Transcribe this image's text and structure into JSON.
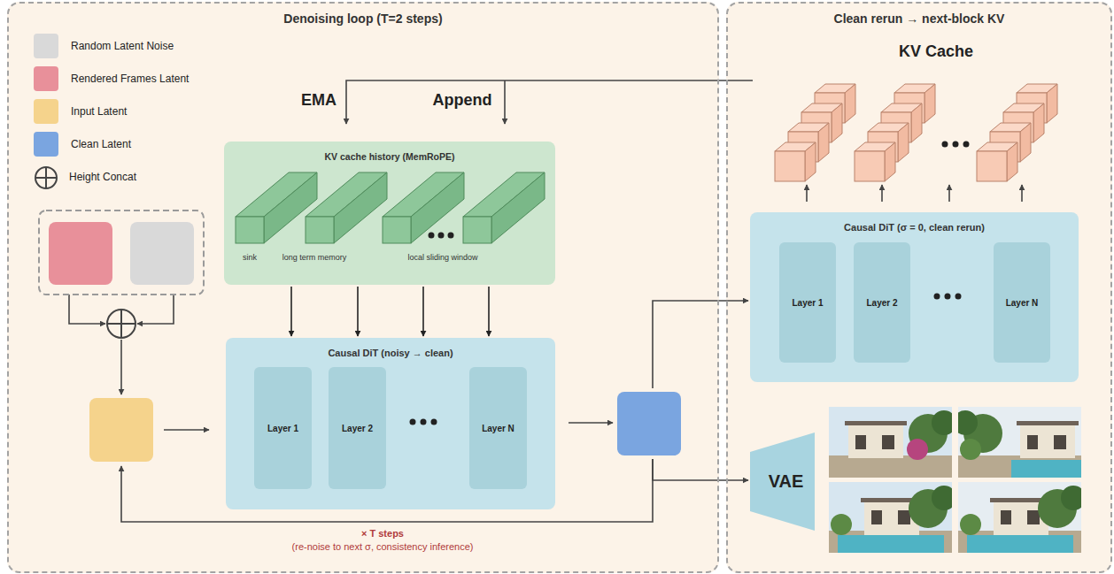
{
  "diagram": {
    "nodes": [
      {
        "text": [
          "Denoising loop (T=2 steps)"
        ]
      },
      {
        "text": [
          "KV cache history (MemRoPE)",
          "sink",
          "long term memory",
          "local sliding window"
        ],
        "in": 0
      },
      {
        "text": [
          "Causal DiT (noisy → clean)"
        ],
        "in": 0
      },
      {
        "text": [
          "Layer 1"
        ],
        "in": 2
      },
      {
        "text": [
          "Layer 2"
        ],
        "in": 2
      },
      {
        "text": [
          "Layer N"
        ],
        "in": 2
      },
      {
        "text": [
          "Clean rerun → next-block KV"
        ]
      },
      {
        "text": [
          "Causal DiT (σ = 0, clean rerun)"
        ],
        "in": 6
      },
      {
        "text": [
          "Layer 1"
        ],
        "in": 7
      },
      {
        "text": [
          "Layer 2"
        ],
        "in": 7
      },
      {
        "text": [
          "Layer N"
        ],
        "in": 7
      },
      {
        "text": [
          "VAE"
        ],
        "in": 6
      }
    ],
    "edges": [
      {
        "from": 1,
        "to": 2,
        "arrow": "to"
      },
      {
        "from": 1,
        "to": 2,
        "arrow": "to"
      },
      {
        "from": 1,
        "to": 2,
        "arrow": "to"
      },
      {
        "from": 1,
        "to": 2,
        "arrow": "to"
      }
    ],
    "labels": [
      "KV Cache",
      "EMA",
      "Append",
      "× T steps",
      "(re-noise to next σ, consistency inference)"
    ],
    "legend": [
      {
        "text": "Random Latent Noise",
        "color": "#d9d9d9"
      },
      {
        "text": "Rendered Frames Latent",
        "color": "#e8909a"
      },
      {
        "text": "Input Latent",
        "color": "#f5d38c"
      },
      {
        "text": "Clean Latent",
        "color": "#7aa5e0"
      },
      {
        "text": "Height Concat"
      }
    ]
  }
}
